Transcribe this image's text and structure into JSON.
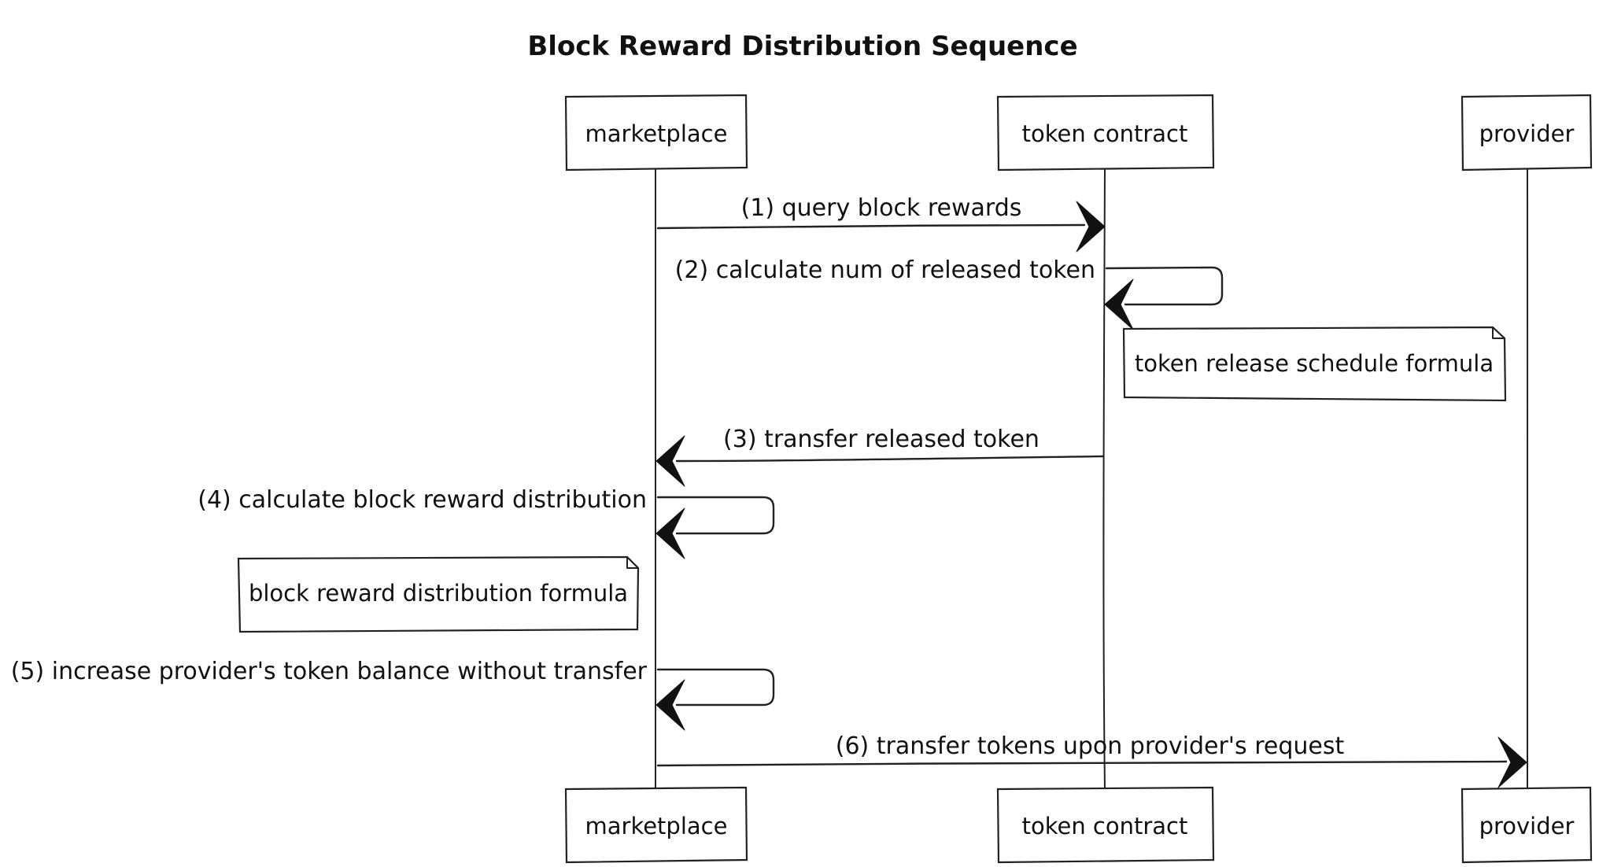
{
  "diagram": {
    "title": "Block Reward Distribution Sequence",
    "participants": [
      {
        "id": "marketplace",
        "label": "marketplace"
      },
      {
        "id": "token-contract",
        "label": "token contract"
      },
      {
        "id": "provider",
        "label": "provider"
      }
    ],
    "messages": [
      {
        "from": "marketplace",
        "to": "token-contract",
        "label": "(1) query block rewards",
        "self": false
      },
      {
        "from": "token-contract",
        "to": "token-contract",
        "label": "(2) calculate num of released token",
        "self": true
      },
      {
        "from": "token-contract",
        "to": "marketplace",
        "label": "(3) transfer released token",
        "self": false
      },
      {
        "from": "marketplace",
        "to": "marketplace",
        "label": "(4) calculate block reward distribution",
        "self": true
      },
      {
        "from": "marketplace",
        "to": "marketplace",
        "label": "(5) increase provider's token balance without transfer",
        "self": true
      },
      {
        "from": "marketplace",
        "to": "provider",
        "label": "(6) transfer tokens upon provider's request",
        "self": false
      }
    ],
    "notes": [
      {
        "attached_to": "token-contract",
        "side": "right of",
        "text": "token release schedule formula"
      },
      {
        "attached_to": "marketplace",
        "side": "left of",
        "text": "block reward distribution formula"
      }
    ]
  }
}
